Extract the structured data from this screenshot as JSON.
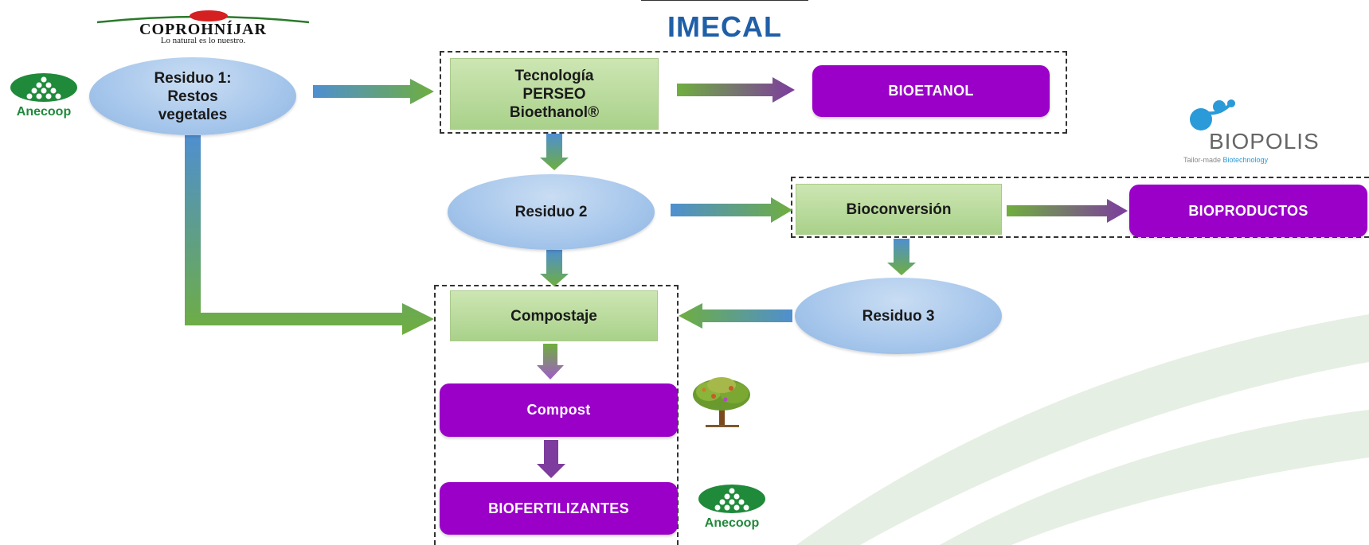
{
  "nodes": {
    "residuo1": "Residuo 1:\nRestos\nvegetales",
    "perseo": "Tecnología\nPERSEO\nBioethanol®",
    "bioetanol": "BIOETANOL",
    "residuo2": "Residuo 2",
    "bioconversion": "Bioconversión",
    "bioproductos": "BIOPRODUCTOS",
    "compostaje": "Compostaje",
    "residuo3": "Residuo 3",
    "compost": "Compost",
    "biofertilizantes": "BIOFERTILIZANTES"
  },
  "logos": {
    "coprohnijar": {
      "name": "COPROHNÍJAR",
      "tagline": "Lo natural es lo nuestro."
    },
    "imecal": {
      "name": "IMECAL"
    },
    "biopolis": {
      "name": "BIOPOLIS",
      "tagline_a": "Tailor-made ",
      "tagline_b": "Biotechnology"
    },
    "anecoop": {
      "name": "Anecoop"
    }
  },
  "colors": {
    "purple": "#9a00c8",
    "green_box": "#b5d99a",
    "oval_blue": "#a9c8ec",
    "arrow_blue": "#4f8fd0",
    "arrow_green": "#6fae3f",
    "arrow_purple": "#7d3c9e"
  }
}
